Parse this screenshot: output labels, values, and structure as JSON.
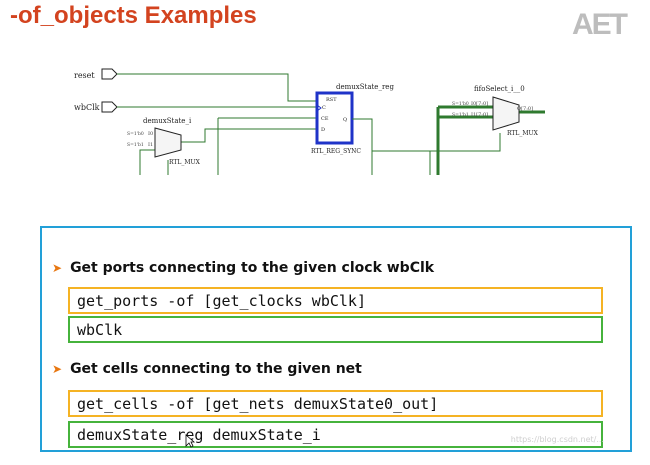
{
  "slide": {
    "title": "-of_objects Examples",
    "logo_text": "AET"
  },
  "schematic": {
    "ports": [
      "reset",
      "wbClk"
    ],
    "reg_cell_name": "demuxState_reg",
    "reg_cell_type": "RTL_REG_SYNC",
    "reg_pins": [
      "RST",
      "C",
      "CE",
      "D",
      "Q"
    ],
    "mux_left_name": "demuxState_i",
    "mux_left_type": "RTL_MUX",
    "mux_left_inputs": [
      "S=1'b0",
      "S=1'b1",
      "I0",
      "I1"
    ],
    "mux_right_name": "fifoSelect_i__0",
    "mux_right_type": "RTL_MUX",
    "mux_right_inputs": [
      "S=1'b0",
      "S=1'b1",
      "I0[7:0]",
      "I1[7:0]"
    ],
    "mux_right_output": "O[7:0]"
  },
  "examples": [
    {
      "heading": "Get ports connecting to the given clock wbClk",
      "command": "get_ports -of [get_clocks wbClk]",
      "result": "wbClk"
    },
    {
      "heading": "Get cells connecting to the given net",
      "command": "get_cells -of [get_nets demuxState0_out]",
      "result": "demuxState_reg demuxState_i"
    }
  ],
  "watermark": "https://blog.csdn.net/...",
  "colors": {
    "title": "#d3431f",
    "panel_border": "#22a0d8",
    "command_border": "#f5b324",
    "result_border": "#46b33c",
    "bullet_arrow": "#e87711",
    "wire_green": "#2f7a2f",
    "reg_highlight": "#1f33c8"
  },
  "icons": {
    "bullet": "arrowhead-bullet-icon",
    "cursor": "mouse-pointer-icon"
  }
}
